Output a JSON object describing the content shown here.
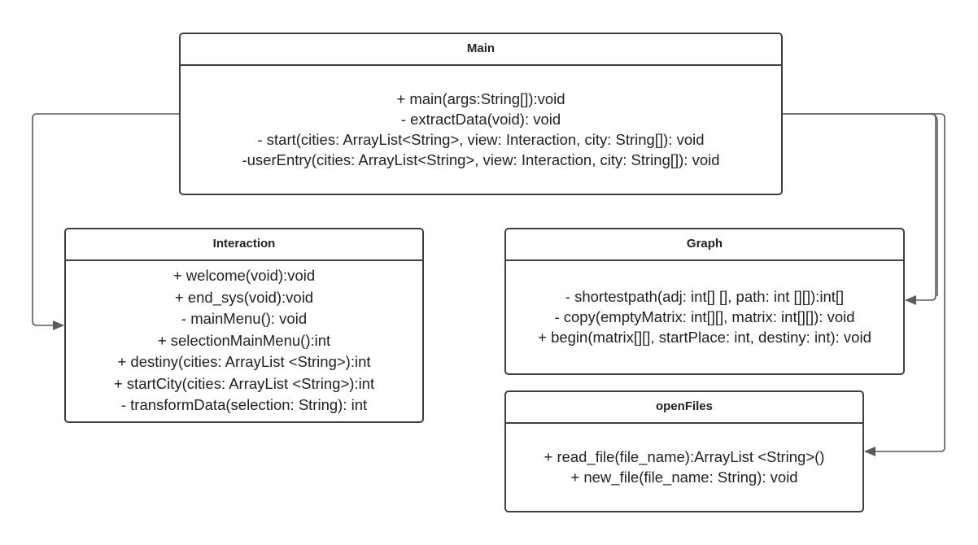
{
  "classes": {
    "main": {
      "name": "Main",
      "methods": [
        "+ main(args:String[]):void",
        "- extractData(void): void",
        "- start(cities: ArrayList<String>, view: Interaction, city: String[]): void",
        "-userEntry(cities: ArrayList<String>, view: Interaction, city: String[]): void"
      ]
    },
    "interaction": {
      "name": "Interaction",
      "methods": [
        "+ welcome(void):void",
        "+ end_sys(void):void",
        "- mainMenu(): void",
        "+ selectionMainMenu():int",
        "+ destiny(cities: ArrayList <String>):int",
        "+ startCity(cities: ArrayList <String>):int",
        "- transformData(selection: String): int"
      ]
    },
    "graph": {
      "name": "Graph",
      "methods": [
        "- shortestpath(adj: int[] [], path: int [][]):int[]",
        "- copy(emptyMatrix: int[][], matrix: int[][]): void",
        "+ begin(matrix[][], startPlace: int, destiny: int): void"
      ]
    },
    "openfiles": {
      "name": "openFiles",
      "methods": [
        "+ read_file(file_name):ArrayList <String>()",
        "+ new_file(file_name: String): void"
      ]
    }
  },
  "colors": {
    "border": "#3f3f3f",
    "text": "#222222",
    "connector": "#5a5a5a"
  }
}
